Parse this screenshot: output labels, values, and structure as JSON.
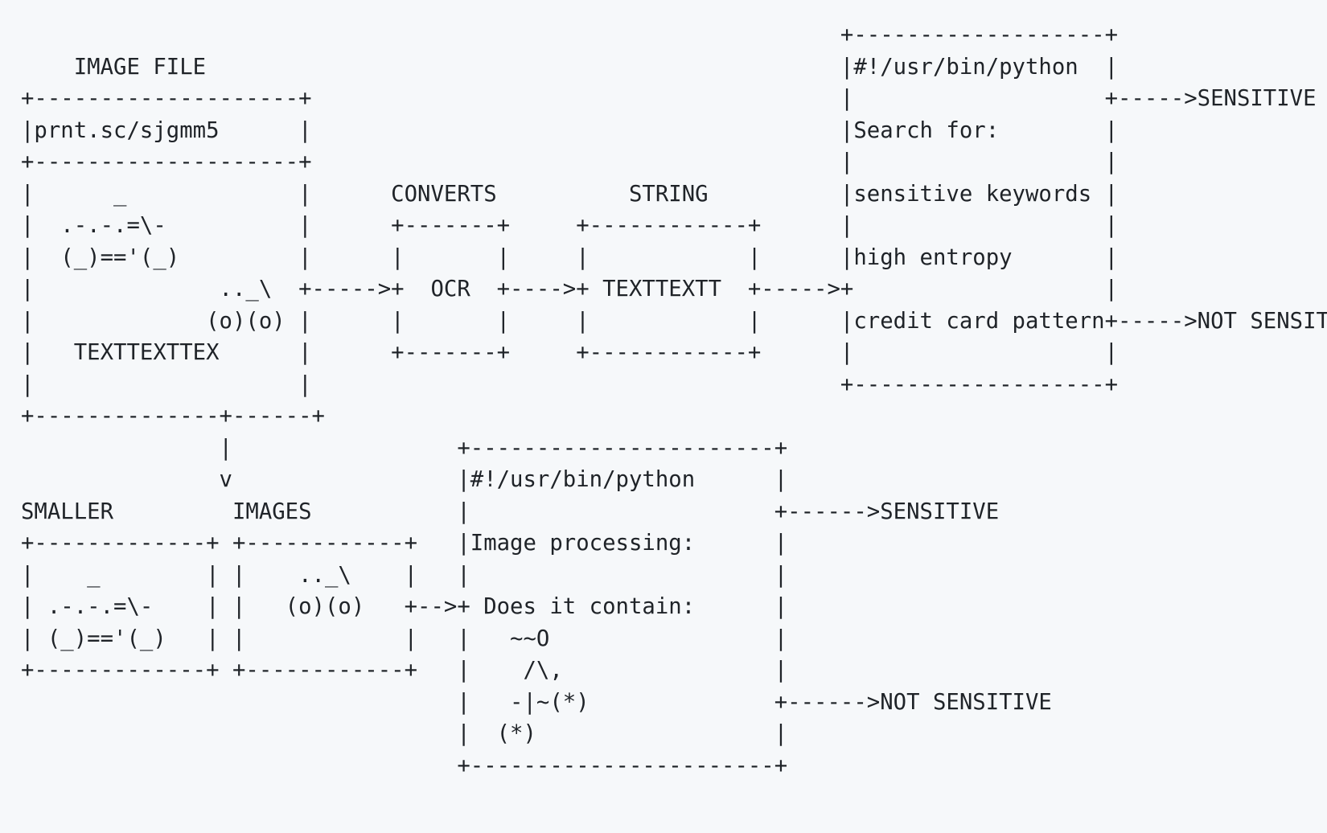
{
  "diagram": {
    "lines": [
      "                                                              +-------------------+",
      "    IMAGE FILE                                                |#!/usr/bin/python  |",
      "+--------------------+                                        |                   +----->SENSITIVE",
      "|prnt.sc/sjgmm5      |                                        |Search for:        |",
      "+--------------------+                                        |                   |",
      "|      _             |      CONVERTS          STRING          |sensitive keywords |",
      "|  .-.-.=\\-          |      +-------+     +------------+      |                   |",
      "|  (_)=='(_)         |      |       |     |            |      |high entropy       |",
      "|              .._\\  +----->+  OCR  +---->+ TEXTTEXTT  +----->+                   |",
      "|             (o)(o) |      |       |     |            |      |credit card pattern+----->NOT SENSIT",
      "|   TEXTTEXTTEX      |      +-------+     +------------+      |                   |",
      "|                    |                                        +-------------------+",
      "+--------------+------+",
      "               |                 +-----------------------+",
      "               v                 |#!/usr/bin/python      |",
      "SMALLER         IMAGES           |                       +------>SENSITIVE",
      "+-------------+ +------------+   |Image processing:      |",
      "|    _        | |    .._\\    |   |                       |",
      "| .-.-.=\\-    | |   (o)(o)   +-->+ Does it contain:      |",
      "| (_)=='(_)   | |            |   |   ~~O                 |",
      "+-------------+ +------------+   |    /\\,                |",
      "                                 |   -|~(*)              +------>NOT SENSITIVE",
      "                                 |  (*)                  |",
      "                                 +-----------------------+"
    ]
  }
}
